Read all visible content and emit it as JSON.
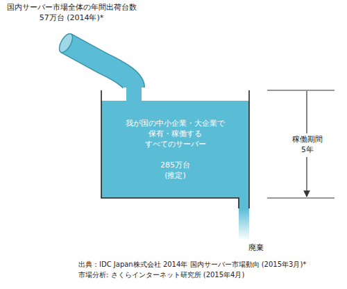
{
  "diagram": {
    "nodes": [
      {
        "text": [
          "我が国の中小企業・大企業で 保有・稼働する すべてのサーバー",
          "285万台 (推定)"
        ]
      }
    ],
    "labels": [
      "国内サーバー市場全体の年間出荷台数 57万台 (2014年)*",
      "稼働期間 5年",
      "廃棄",
      "出典：IDC Japan株式会社 2014年 国内サーバー市場動向 (2015年3月)*",
      "市場分析: さくらインターネット研究所 (2015年4月)"
    ]
  }
}
